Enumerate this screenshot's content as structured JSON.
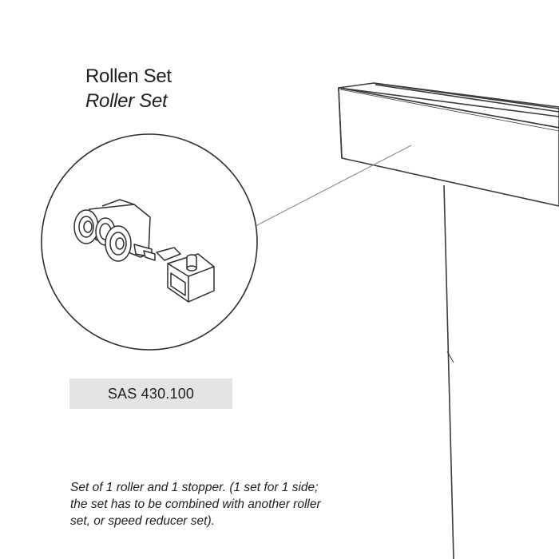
{
  "title": {
    "german": "Rollen Set",
    "english": "Roller Set"
  },
  "product_code": "SAS 430.100",
  "description": {
    "lines": [
      "Set of 1 roller and 1 stopper. (1 set for 1 side;",
      "the set has to be combined with another roller",
      "set, or speed reducer set)."
    ]
  },
  "colors": {
    "line": "#3a3a3a",
    "code_box_background": "#e4e4e4",
    "text": "#1e1e1e"
  }
}
